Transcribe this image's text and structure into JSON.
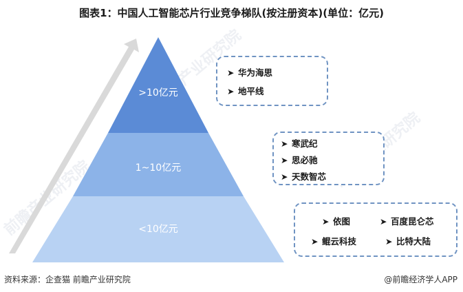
{
  "title": "图表1：中国人工智能芯片行业竞争梯队(按注册资本)(单位：亿元)",
  "tiers": [
    {
      "label": ">10亿元",
      "color": "#5b8bd6"
    },
    {
      "label": "1~10亿元",
      "color": "#8cb3e8"
    },
    {
      "label": "<10亿元",
      "color": "#b8d2f3"
    }
  ],
  "groups": {
    "top": [
      "华为海思",
      "地平线"
    ],
    "middle": [
      "寒武纪",
      "思必驰",
      "天数智芯"
    ],
    "bottom": [
      "依图",
      "百度昆仑芯",
      "鲲云科技",
      "比特大陆"
    ]
  },
  "bullet": "➤",
  "watermark": "前瞻产业研究院",
  "footer": {
    "source": "资料来源：企查猫 前瞻产业研究院",
    "brand": "@前瞻经济学人APP"
  },
  "colors": {
    "arrow": "#d9d9d9",
    "box_border": "#6f93c2"
  }
}
